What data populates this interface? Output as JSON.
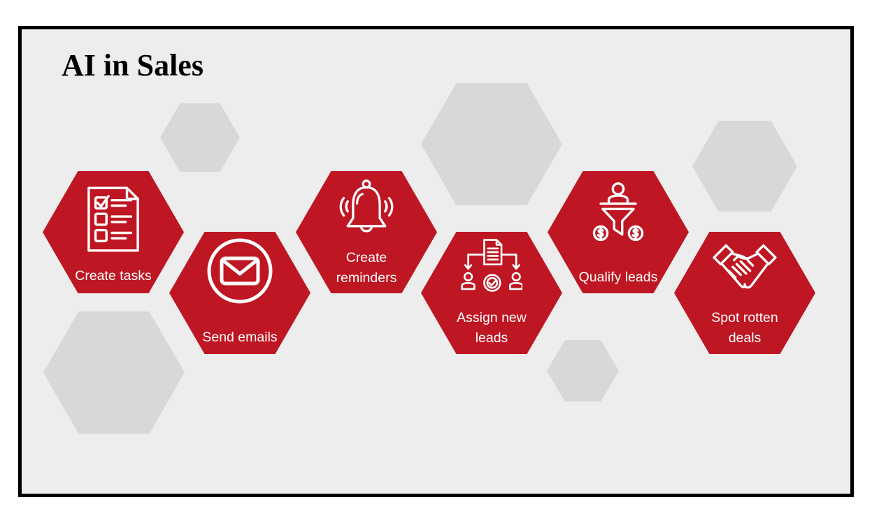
{
  "title": "AI in Sales",
  "colors": {
    "accent": "#be1622",
    "decor_hex": "#d8d8d8",
    "background": "#ededed",
    "border": "#000000"
  },
  "items": [
    {
      "label": "Create tasks",
      "icon": "checklist-icon"
    },
    {
      "label": "Send emails",
      "icon": "envelope-icon"
    },
    {
      "label_line1": "Create",
      "label_line2": "reminders",
      "icon": "bell-icon"
    },
    {
      "label_line1": "Assign new",
      "label_line2": "leads",
      "icon": "assign-leads-icon"
    },
    {
      "label": "Qualify leads",
      "icon": "funnel-icon"
    },
    {
      "label_line1": "Spot rotten",
      "label_line2": "deals",
      "icon": "handshake-icon"
    }
  ]
}
